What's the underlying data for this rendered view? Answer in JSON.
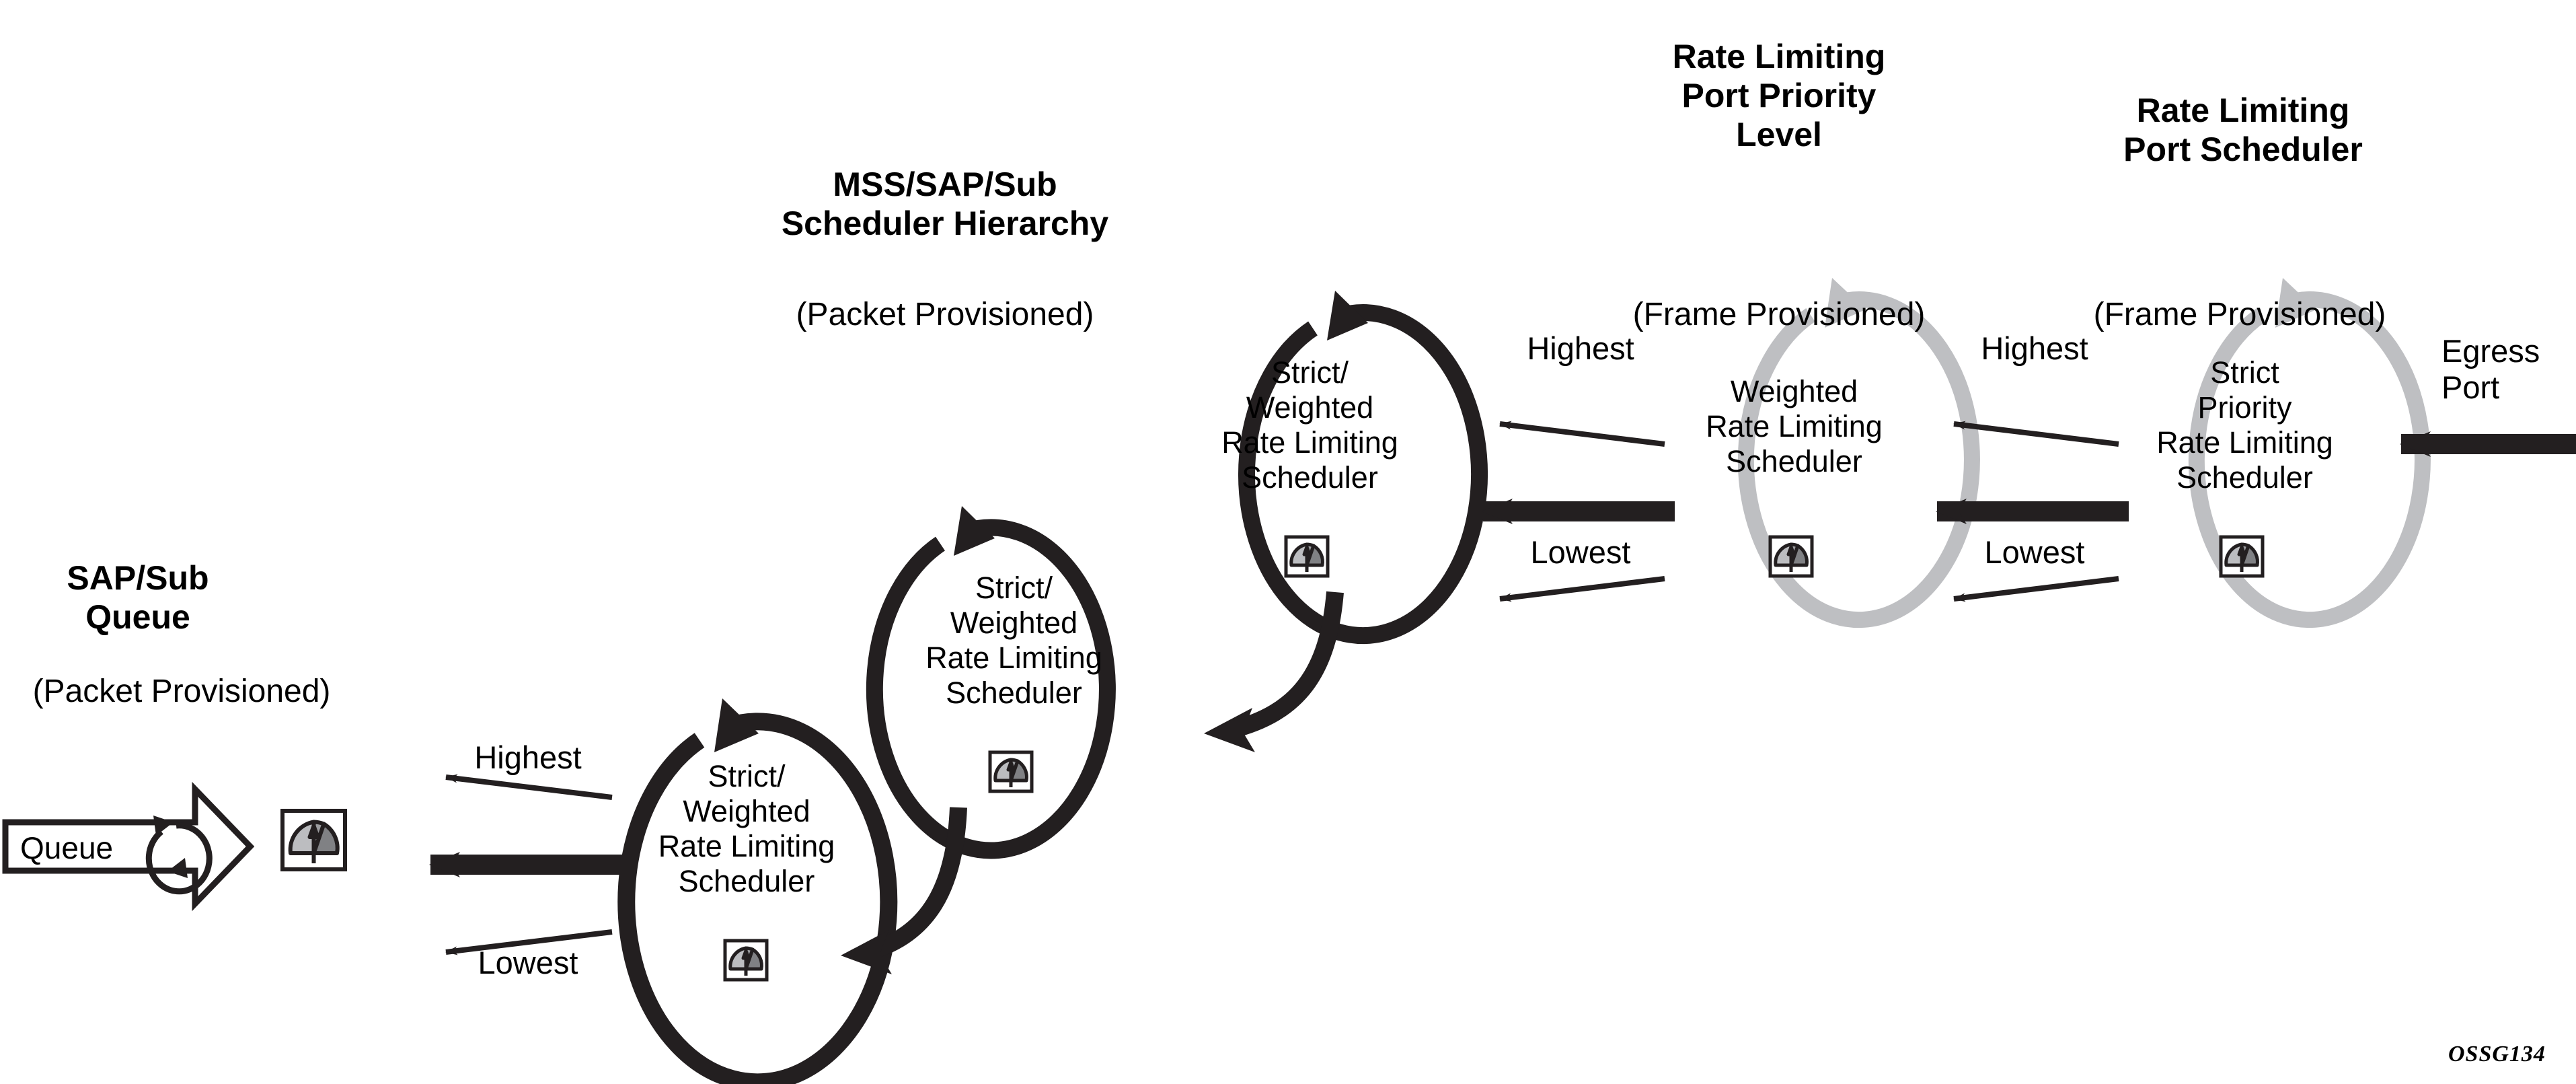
{
  "diagram": {
    "figure_id": "OSSG134",
    "colors": {
      "ink": "#231f20",
      "gray_ellipse": "#bebfc2",
      "meter_light": "#bcbdc0",
      "meter_mid": "#9a9b9e",
      "meter_dark": "#808184",
      "background": "#ffffff"
    }
  },
  "headings": [
    {
      "name": "sap-sub-queue",
      "title": "SAP/Sub\nQueue",
      "subtitle": "(Packet Provisioned)"
    },
    {
      "name": "mss-sap-sub-scheduler-hierarchy",
      "title": "MSS/SAP/Sub\nScheduler Hierarchy",
      "subtitle": "(Packet Provisioned)"
    },
    {
      "name": "rate-limiting-port-priority-level",
      "title": "Rate Limiting\nPort Priority\nLevel",
      "subtitle": "(Frame Provisioned)"
    },
    {
      "name": "rate-limiting-port-scheduler",
      "title": "Rate Limiting\nPort Scheduler",
      "subtitle": "(Frame Provisioned)"
    }
  ],
  "queue_block": {
    "label": "Queue",
    "meter_icon": "gauge-meter-icon",
    "recycle_icon": "circular-arrow-icon"
  },
  "schedulers": [
    {
      "name": "sap-sub-strict-weighted-scheduler",
      "label": "Strict/\nWeighted\nRate Limiting\nScheduler",
      "style": "black",
      "meter_icon": "gauge-meter-icon"
    },
    {
      "name": "mid-strict-weighted-scheduler",
      "label": "Strict/\nWeighted\nRate Limiting\nScheduler",
      "style": "black",
      "meter_icon": "gauge-meter-icon"
    },
    {
      "name": "top-strict-weighted-scheduler",
      "label": "Strict/\nWeighted\nRate Limiting\nScheduler",
      "style": "black",
      "meter_icon": "gauge-meter-icon"
    },
    {
      "name": "weighted-rate-limiting-scheduler",
      "label": "Weighted\nRate Limiting\nScheduler",
      "style": "gray",
      "meter_icon": "gauge-meter-icon"
    },
    {
      "name": "strict-priority-rate-limiting-scheduler",
      "label": "Strict\nPriority\nRate Limiting\nScheduler",
      "style": "gray",
      "meter_icon": "gauge-meter-icon"
    }
  ],
  "priority_labels": [
    {
      "name": "priority-highest-queue",
      "text": "Highest"
    },
    {
      "name": "priority-lowest-queue",
      "text": "Lowest"
    },
    {
      "name": "priority-highest-port-priority",
      "text": "Highest"
    },
    {
      "name": "priority-lowest-port-priority",
      "text": "Lowest"
    },
    {
      "name": "priority-highest-port-scheduler",
      "text": "Highest"
    },
    {
      "name": "priority-lowest-port-scheduler",
      "text": "Lowest"
    }
  ],
  "egress": {
    "label": "Egress\nPort"
  }
}
